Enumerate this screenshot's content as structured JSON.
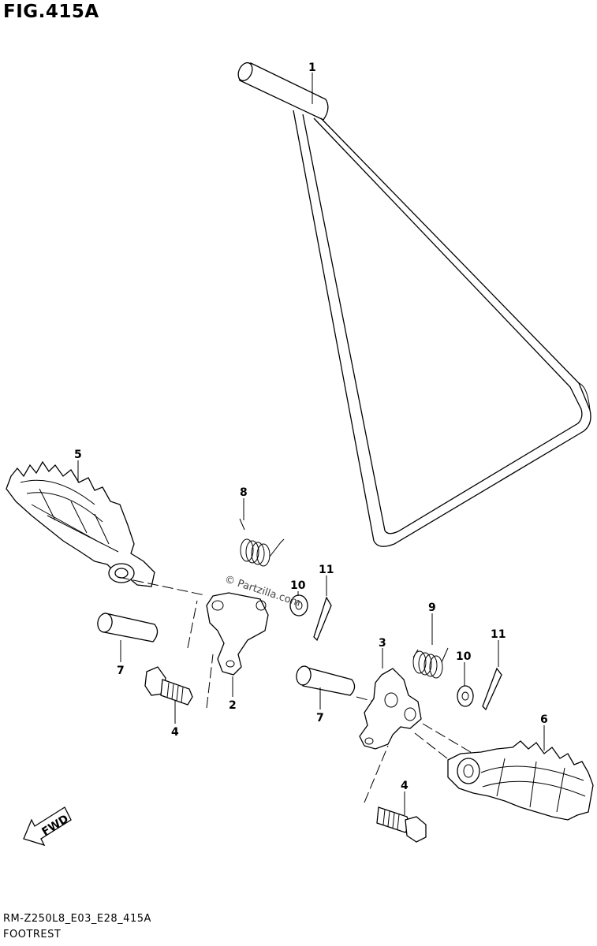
{
  "figure": {
    "title": "FIG.415A",
    "code": "RM-Z250L8_E03_E28_415A",
    "caption": "FOOTREST",
    "watermark": "© Partzilla.com",
    "direction_label": "FWD"
  },
  "callouts": [
    {
      "id": "c1",
      "text": "1",
      "part": "side-stand"
    },
    {
      "id": "c2",
      "text": "2",
      "part": "left-footrest-bracket"
    },
    {
      "id": "c3",
      "text": "3",
      "part": "right-footrest-bracket"
    },
    {
      "id": "c4a",
      "text": "4",
      "part": "left-bracket-bolt"
    },
    {
      "id": "c4b",
      "text": "4",
      "part": "right-bracket-bolt"
    },
    {
      "id": "c5",
      "text": "5",
      "part": "left-footrest"
    },
    {
      "id": "c6",
      "text": "6",
      "part": "right-footrest"
    },
    {
      "id": "c7a",
      "text": "7",
      "part": "left-footrest-pin"
    },
    {
      "id": "c7b",
      "text": "7",
      "part": "right-footrest-pin"
    },
    {
      "id": "c8",
      "text": "8",
      "part": "left-spring"
    },
    {
      "id": "c9",
      "text": "9",
      "part": "right-spring"
    },
    {
      "id": "c10a",
      "text": "10",
      "part": "left-washer"
    },
    {
      "id": "c10b",
      "text": "10",
      "part": "right-washer"
    },
    {
      "id": "c11a",
      "text": "11",
      "part": "left-cotter-pin"
    },
    {
      "id": "c11b",
      "text": "11",
      "part": "right-cotter-pin"
    }
  ]
}
